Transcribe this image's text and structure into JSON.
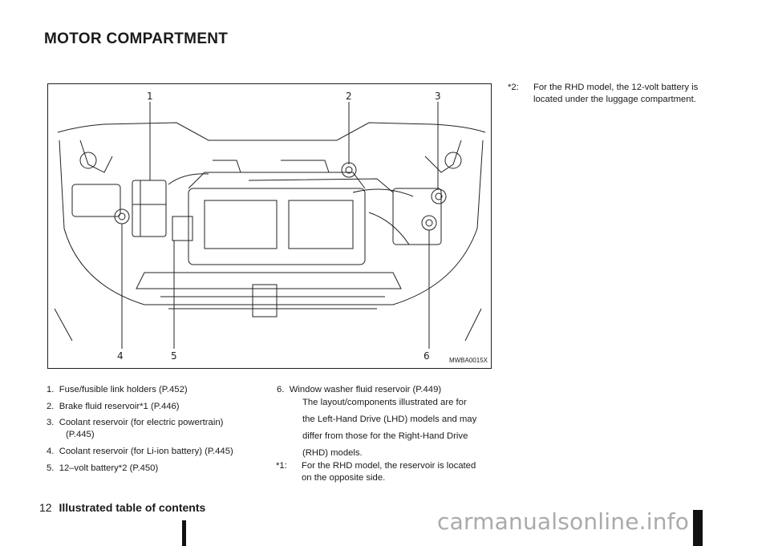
{
  "section": {
    "title": "MOTOR COMPARTMENT"
  },
  "figure": {
    "callouts": [
      "1",
      "2",
      "3",
      "4",
      "5",
      "6"
    ],
    "code": "MWBA0015X"
  },
  "list": [
    {
      "number": "1.",
      "text": "Fuse/fusible link holders (P.452)",
      "cont": ""
    },
    {
      "number": "2.",
      "text": "Brake fluid reservoir*1 (P.446)",
      "cont": ""
    },
    {
      "number": "3.",
      "text": "Coolant reservoir (for electric powertrain)",
      "cont": "(P.445)"
    },
    {
      "number": "4.",
      "text": "Coolant reservoir (for Li-ion battery) (P.445)",
      "cont": ""
    },
    {
      "number": "5.",
      "text": "12–volt battery*2 (P.450)",
      "cont": ""
    },
    {
      "number": "6.",
      "text": "Window washer fluid reservoir (P.449)",
      "cont": ""
    }
  ],
  "paragraph": {
    "lines": [
      "The layout/components illustrated are for",
      "the Left-Hand Drive (LHD) models and may",
      "differ from those for the Right-Hand Drive",
      "(RHD) models."
    ]
  },
  "footnotes": [
    {
      "mark": "*1:",
      "lines": [
        "For the RHD model, the reservoir is located",
        "on the opposite side."
      ]
    },
    {
      "mark": "*2:",
      "lines": [
        "For the RHD model, the 12-volt battery is",
        "located under the luggage compartment."
      ]
    }
  ],
  "footer": {
    "page_number": "12",
    "title": "Illustrated table of contents"
  },
  "watermark": "carmanualsonline.info"
}
